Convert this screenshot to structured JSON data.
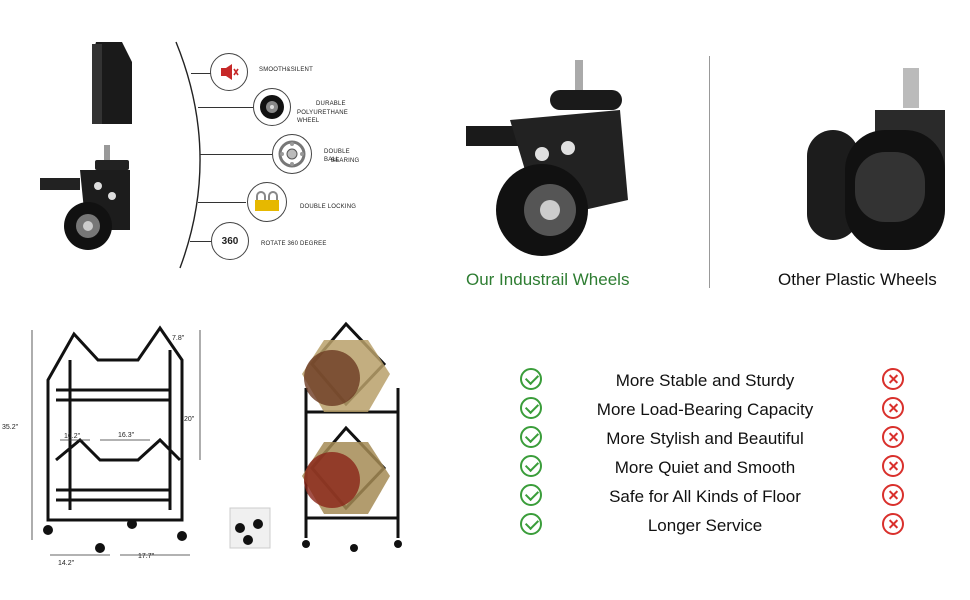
{
  "features": {
    "smooth_silent": "SMOOTH&SILENT",
    "durable_line1": "DURABLE",
    "durable_line2": "POLYURETHANE WHEEL",
    "double_ball_line1": "DOUBLE BALL",
    "double_ball_line2": "BEARING",
    "double_locking": "DOUBLE LOCKING",
    "rotate": "ROTATE 360 DEGREE",
    "rotate_badge": "360"
  },
  "comparison": {
    "ours": "Our Industrail Wheels",
    "others": "Other Plastic Wheels"
  },
  "dimensions": {
    "height": "35.2\"",
    "depth_top": "7.8\"",
    "mid_height": "20\"",
    "inner_left": "10.2\"",
    "inner_width": "16.3\"",
    "base_depth": "14.2\"",
    "base_width": "17.7\""
  },
  "benefits": [
    "More Stable and Sturdy",
    "More Load-Bearing Capacity",
    "More Stylish and Beautiful",
    "More Quiet and Smooth",
    "Safe for All Kinds of Floor",
    "Longer Service"
  ],
  "colors": {
    "green": "#2e7d32",
    "check": "#3a9d3a",
    "cross": "#d9302c"
  }
}
